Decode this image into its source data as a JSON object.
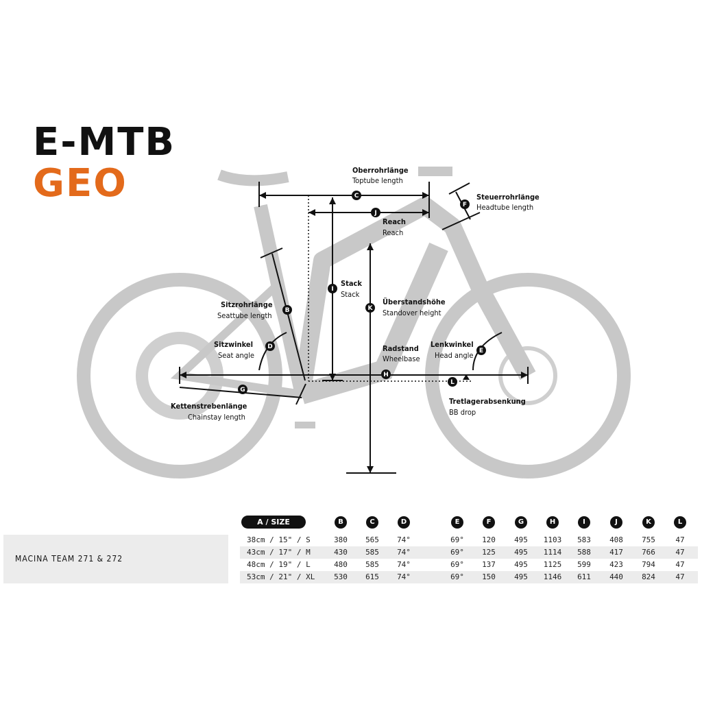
{
  "title": {
    "line1": "E-MTB",
    "line2": "GEO",
    "accent": "#e36a1b"
  },
  "labels": {
    "C": {
      "de": "Oberrohrlänge",
      "en": "Toptube length"
    },
    "F": {
      "de": "Steuerrohrlänge",
      "en": "Headtube length"
    },
    "J": {
      "de": "Reach",
      "en": "Reach"
    },
    "I": {
      "de": "Stack",
      "en": "Stack"
    },
    "K": {
      "de": "Überstandshöhe",
      "en": "Standover height"
    },
    "B": {
      "de": "Sitzrohrlänge",
      "en": "Seattube length"
    },
    "D": {
      "de": "Sitzwinkel",
      "en": "Seat angle"
    },
    "H": {
      "de": "Radstand",
      "en": "Wheelbase"
    },
    "E": {
      "de": "Lenkwinkel",
      "en": "Head angle"
    },
    "G": {
      "de": "Kettenstrebenlänge",
      "en": "Chainstay length"
    },
    "L": {
      "de": "Tretlagerabsenkung",
      "en": "BB drop"
    }
  },
  "table": {
    "model": "MACINA TEAM 271 & 272",
    "size_header": "A / SIZE",
    "columns": [
      "B",
      "C",
      "D",
      "E",
      "F",
      "G",
      "H",
      "I",
      "J",
      "K",
      "L"
    ],
    "rows": [
      {
        "size": "38cm / 15\" / S",
        "values": [
          "380",
          "565",
          "74°",
          "69°",
          "120",
          "495",
          "1103",
          "583",
          "408",
          "755",
          "47"
        ]
      },
      {
        "size": "43cm / 17\" / M",
        "values": [
          "430",
          "585",
          "74°",
          "69°",
          "125",
          "495",
          "1114",
          "588",
          "417",
          "766",
          "47"
        ]
      },
      {
        "size": "48cm / 19\" / L",
        "values": [
          "480",
          "585",
          "74°",
          "69°",
          "137",
          "495",
          "1125",
          "599",
          "423",
          "794",
          "47"
        ]
      },
      {
        "size": "53cm / 21\" / XL",
        "values": [
          "530",
          "615",
          "74°",
          "69°",
          "150",
          "495",
          "1146",
          "611",
          "440",
          "824",
          "47"
        ]
      }
    ]
  }
}
